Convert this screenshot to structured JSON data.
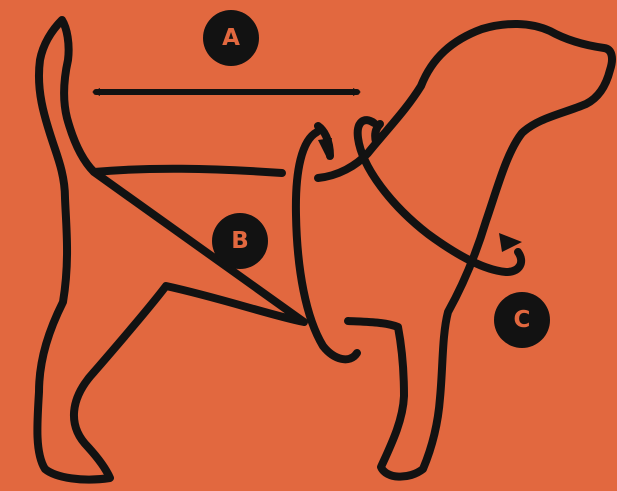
{
  "colors": {
    "background": "#E2683F",
    "line": "#121212",
    "badge_text": "#E2683F"
  },
  "labels": {
    "a": "A",
    "b": "B",
    "c": "C"
  },
  "icons": {
    "dog": "dog-silhouette-icon",
    "back_length_arrow": "double-arrow-icon",
    "chest_loop": "circular-arrow-icon",
    "neck_loop": "circular-arrow-icon"
  }
}
